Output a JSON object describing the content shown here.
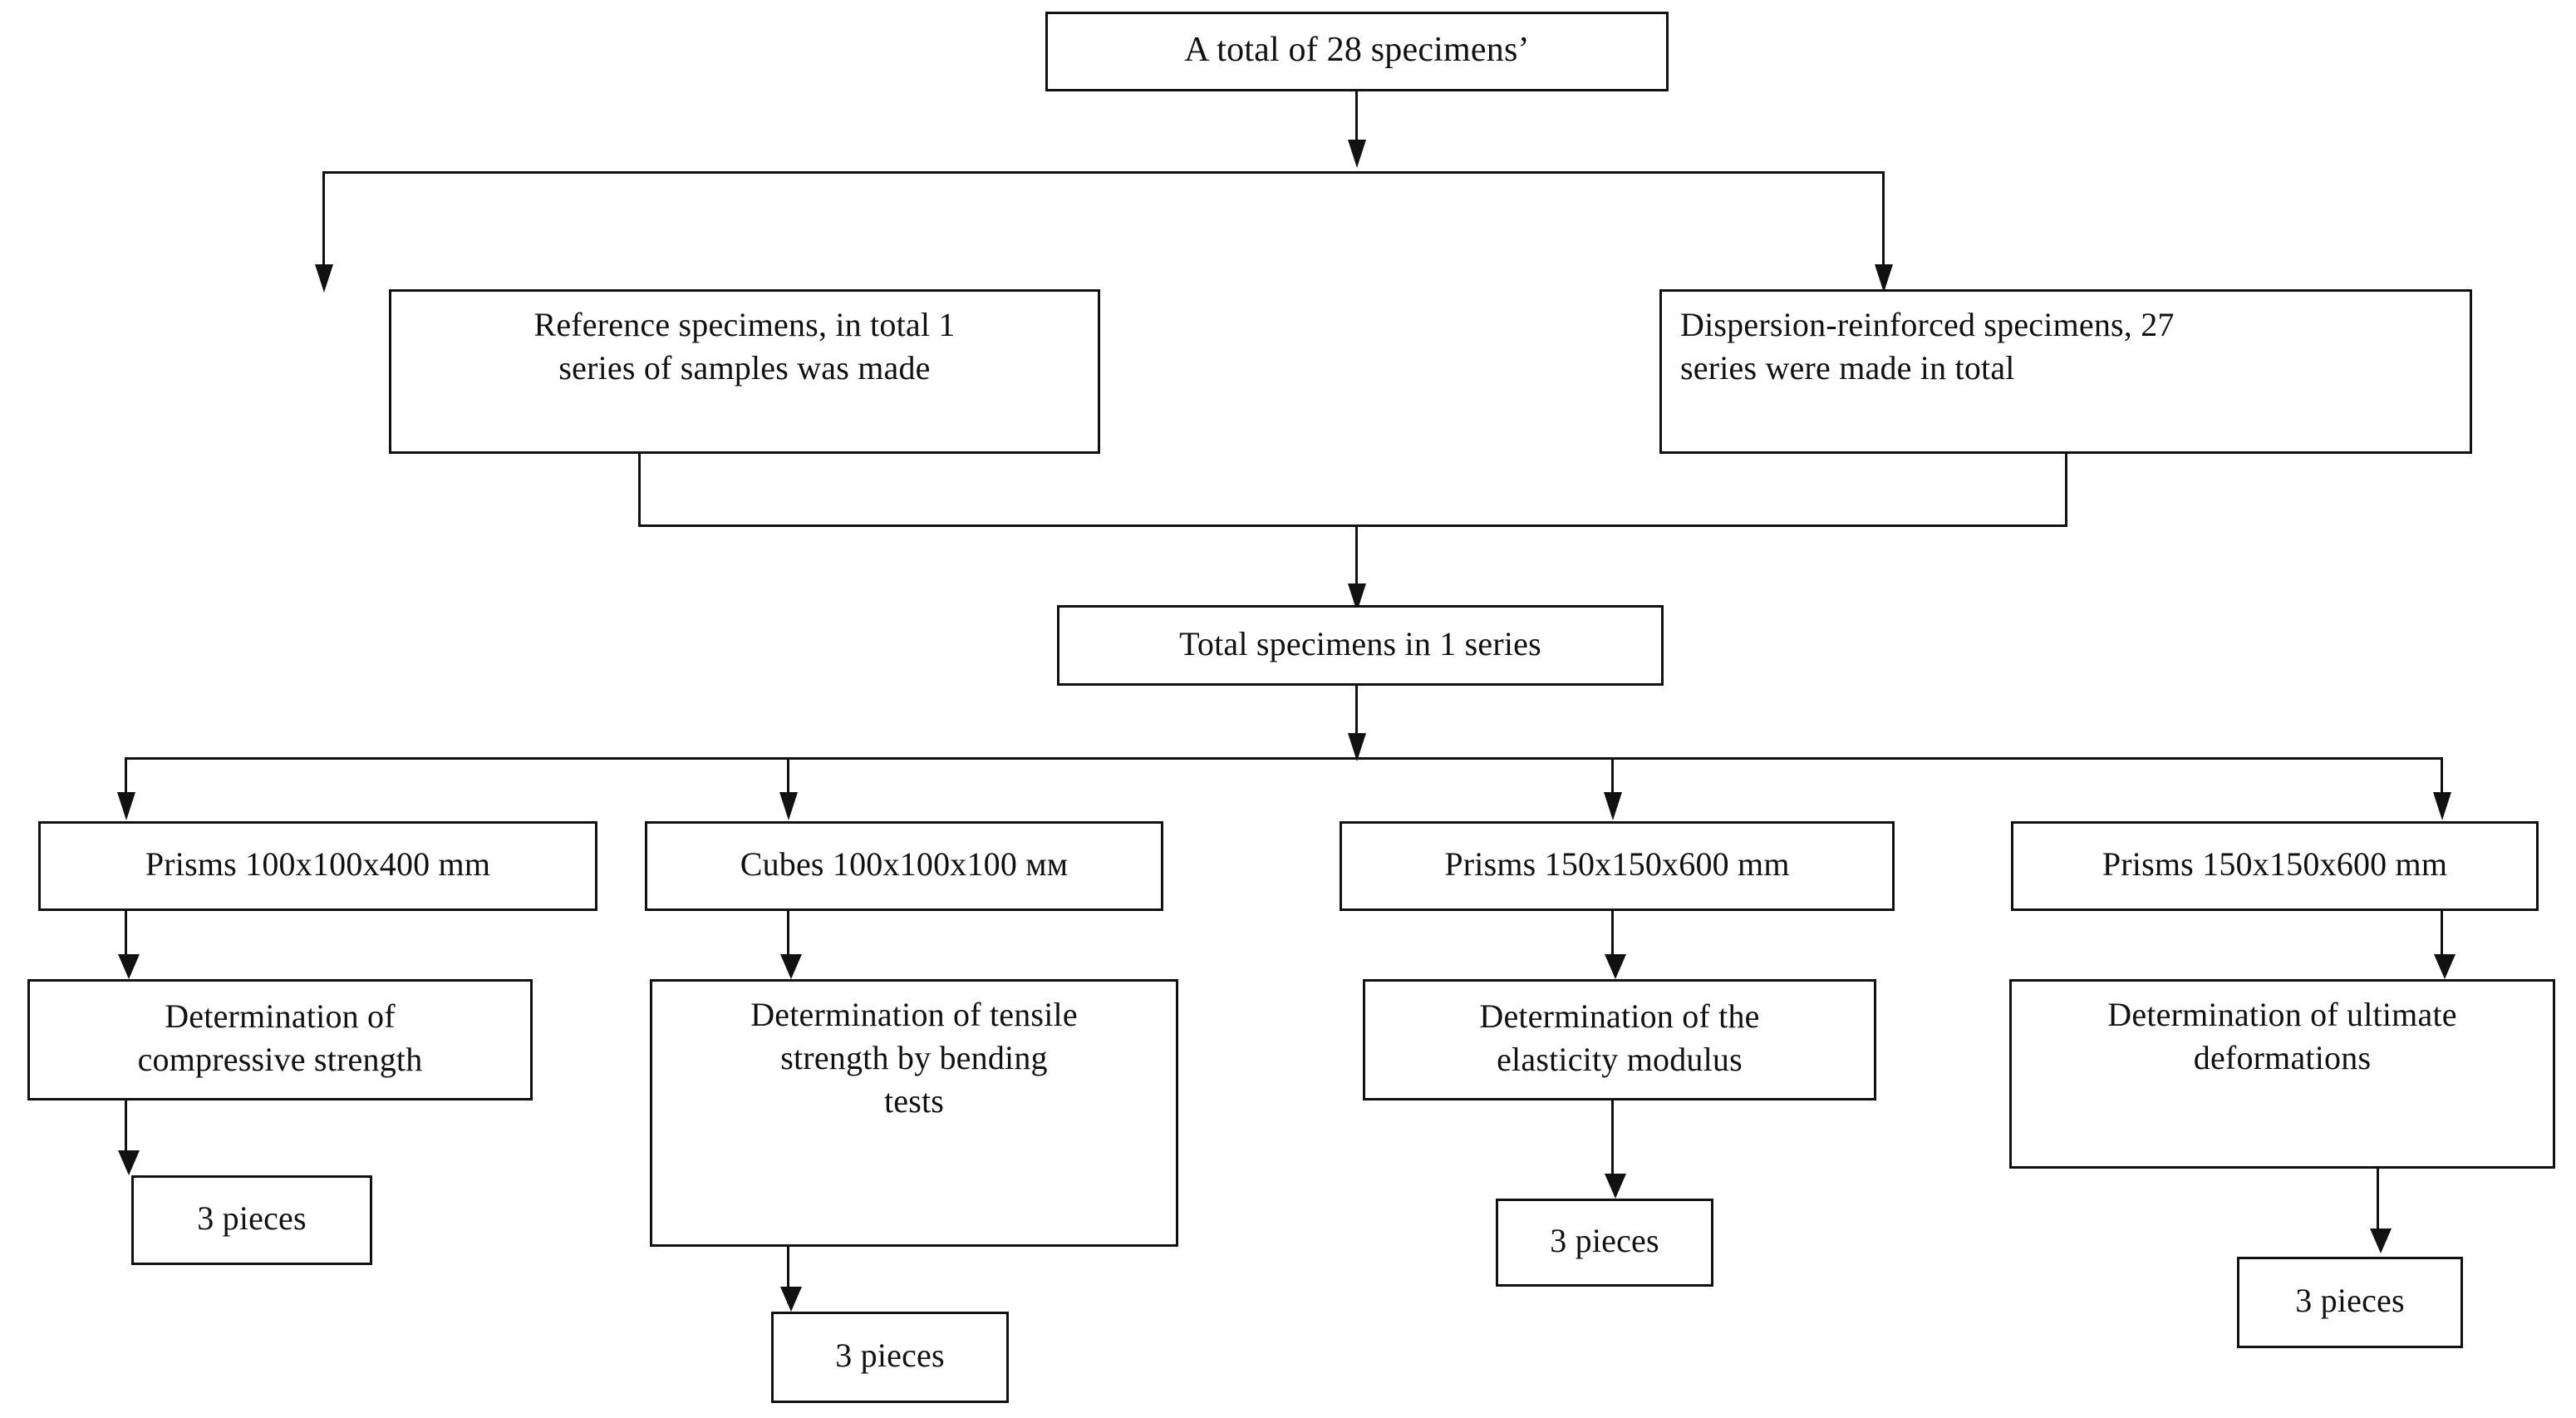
{
  "diagram": {
    "title_node": {
      "text": "A total of 28 specimens’"
    },
    "branch_left": {
      "text": "Reference specimens, in total 1\nseries of samples was made"
    },
    "branch_right": {
      "text": "Dispersion-reinforced specimens, 27\nseries were made in total"
    },
    "merge_node": {
      "text": "Total specimens in 1 series"
    },
    "columns": [
      {
        "specimen": "Prisms 100x100x400 mm",
        "test": "Determination of\ncompressive strength",
        "count": "3 pieces"
      },
      {
        "specimen": "Cubes 100x100x100 мм",
        "test": "Determination of tensile\nstrength by bending\ntests",
        "count": "3 pieces"
      },
      {
        "specimen": "Prisms 150x150x600 mm",
        "test": "Determination of the\nelasticity modulus",
        "count": "3 pieces"
      },
      {
        "specimen": "Prisms 150x150x600 mm",
        "test": "Determination of ultimate\ndeformations",
        "count": "3 pieces"
      }
    ]
  },
  "colors": {
    "stroke": "#111111",
    "background": "#ffffff"
  }
}
